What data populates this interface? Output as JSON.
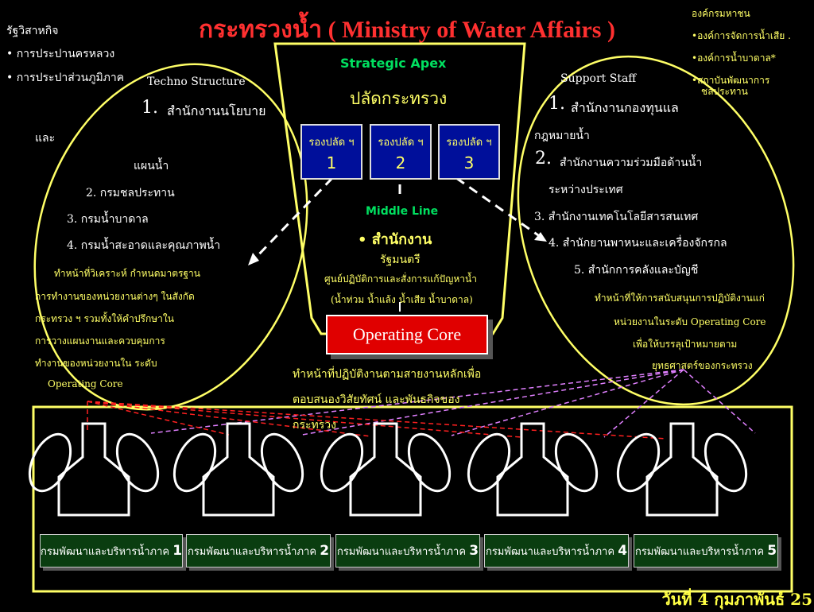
{
  "title": "กระทรวงน้ำ ( Ministry of Water Affairs )",
  "top_left": {
    "heading": "รัฐวิสาหกิจ",
    "items": [
      "• การประปานครหลวง",
      "• การประปาส่วนภูมิภาค"
    ]
  },
  "top_right": {
    "items": [
      "องค์กรมหาชน",
      "•องค์การจัดการน้ำเสีย .",
      "•องค์การน้ำบาดาล*",
      "•สถาบันพัฒนาการ",
      "ชลประทาน"
    ]
  },
  "strategic_apex": {
    "label": "Strategic  Apex",
    "sub": "ปลัดกระทรวง"
  },
  "deputies": [
    {
      "label": "รองปลัด ฯ",
      "num": "1"
    },
    {
      "label": "รองปลัด ฯ",
      "num": "2"
    },
    {
      "label": "รองปลัด ฯ",
      "num": "3"
    }
  ],
  "techno": {
    "label": "Techno Structure",
    "item1_num": "1.",
    "item1": "สำนักงานนโยบาย",
    "and": "และ",
    "item1b": "แผนน้ำ",
    "items": [
      "2. กรมชลประทาน",
      "3. กรมน้ำบาดาล",
      "4. กรมน้ำสะอาดและคุณภาพน้ำ"
    ],
    "desc": [
      "ทำหน้าที่วิเคราะห์ กำหนดมาตรฐาน",
      "การทำงานของหน่วยงานต่างๆ ในสังกัด",
      "กระทรวง ฯ รวมทั้งให้คำปรึกษาใน",
      "การวางแผนงานและควบคุมการ",
      "ทำงานของหน่วยงานใน  ระดับ",
      "Operating Core"
    ]
  },
  "support": {
    "label": "Support Staff",
    "item1_num": "1.",
    "item1": "สำนักงานกองทุนแล",
    "item1b": "กฎหมายน้ำ",
    "item2_num": "2.",
    "item2": "สำนักงานความร่วมมือด้านน้ำ",
    "item2b": "ระหว่างประเทศ",
    "items": [
      "3. สำนักงานเทคโนโลยีสารสนเทศ",
      "4. สำนักยานพาหนะและเครื่องจักรกล",
      "5. สำนักการคลังและบัญชี"
    ],
    "desc": [
      "ทำหน้าที่ให้การสนับสนุนการปฏิบัติงานแก่",
      "หน่วยงานในระดับ Operating Core",
      "เพื่อให้บรรลุเป้าหมายตาม",
      "ยุทธศาสตร์ของกระทรวง"
    ]
  },
  "middle_line": {
    "label": "Middle Line",
    "office": "• สำนักงาน",
    "office2": "รัฐมนตรี",
    "center": "ศูนย์ปฏิบัติการและสั่งการแก้ปัญหาน้ำ",
    "center2": "(น้ำท่วม น้ำแล้ง น้ำเสีย น้ำบาดาล)"
  },
  "operating_core": {
    "label": "Operating Core",
    "desc": [
      "ทำหน้าที่ปฏิบัติงานตามสายงานหลักเพื่อ",
      "ตอบสนองวิสัยทัศน์ และพันธกิจของ",
      "กระทรวง"
    ]
  },
  "departments": [
    {
      "label": "กรมพัฒนาและบริหารน้ำภาค",
      "num": "1"
    },
    {
      "label": "กรมพัฒนาและบริหารน้ำภาค",
      "num": "2"
    },
    {
      "label": "กรมพัฒนาและบริหารน้ำภาค",
      "num": "3"
    },
    {
      "label": "กรมพัฒนาและบริหารน้ำภาค",
      "num": "4"
    },
    {
      "label": "กรมพัฒนาและบริหารน้ำภาค",
      "num": "5"
    }
  ],
  "footer": {
    "text": "วันที่",
    "day": "4",
    "month": "กุมภาพันธ์",
    "year": "25"
  },
  "colors": {
    "yellow": "#ffff66",
    "red": "#ff3030",
    "green": "#00e060",
    "navy": "#000f9a",
    "magenta": "#e080ff"
  }
}
